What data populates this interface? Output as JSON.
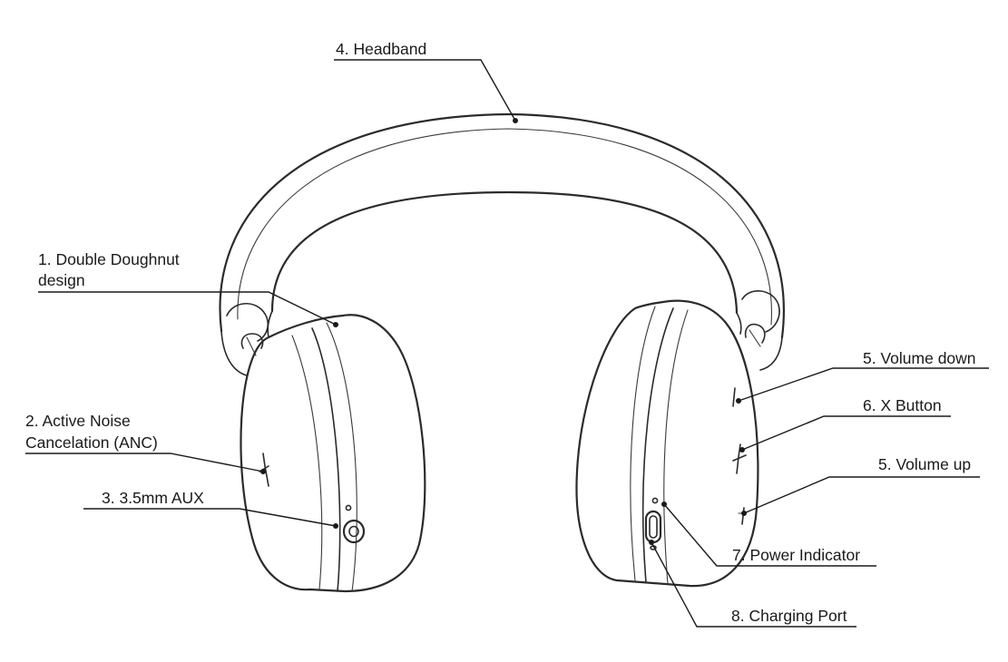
{
  "callouts": {
    "headband": "4. Headband",
    "double_doughnut_l1": "1. Double Doughnut",
    "double_doughnut_l2": "design",
    "anc_l1": "2. Active Noise",
    "anc_l2": "Cancelation (ANC)",
    "aux": "3. 3.5mm AUX",
    "volume_down": "5. Volume down",
    "x_button": "6. X Button",
    "volume_up": "5. Volume up",
    "power_indicator": "7. Power Indicator",
    "charging_port": "8. Charging Port"
  }
}
